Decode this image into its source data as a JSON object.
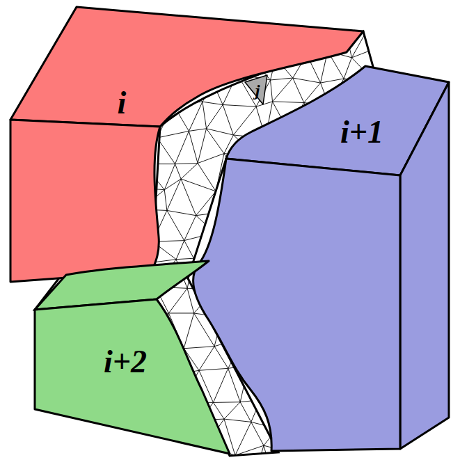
{
  "diagram": {
    "nodes": [
      {
        "text": [
          "i"
        ]
      },
      {
        "text": [
          "i+1"
        ]
      },
      {
        "text": [
          "i+2"
        ]
      },
      {
        "text": [
          "j"
        ]
      }
    ]
  }
}
